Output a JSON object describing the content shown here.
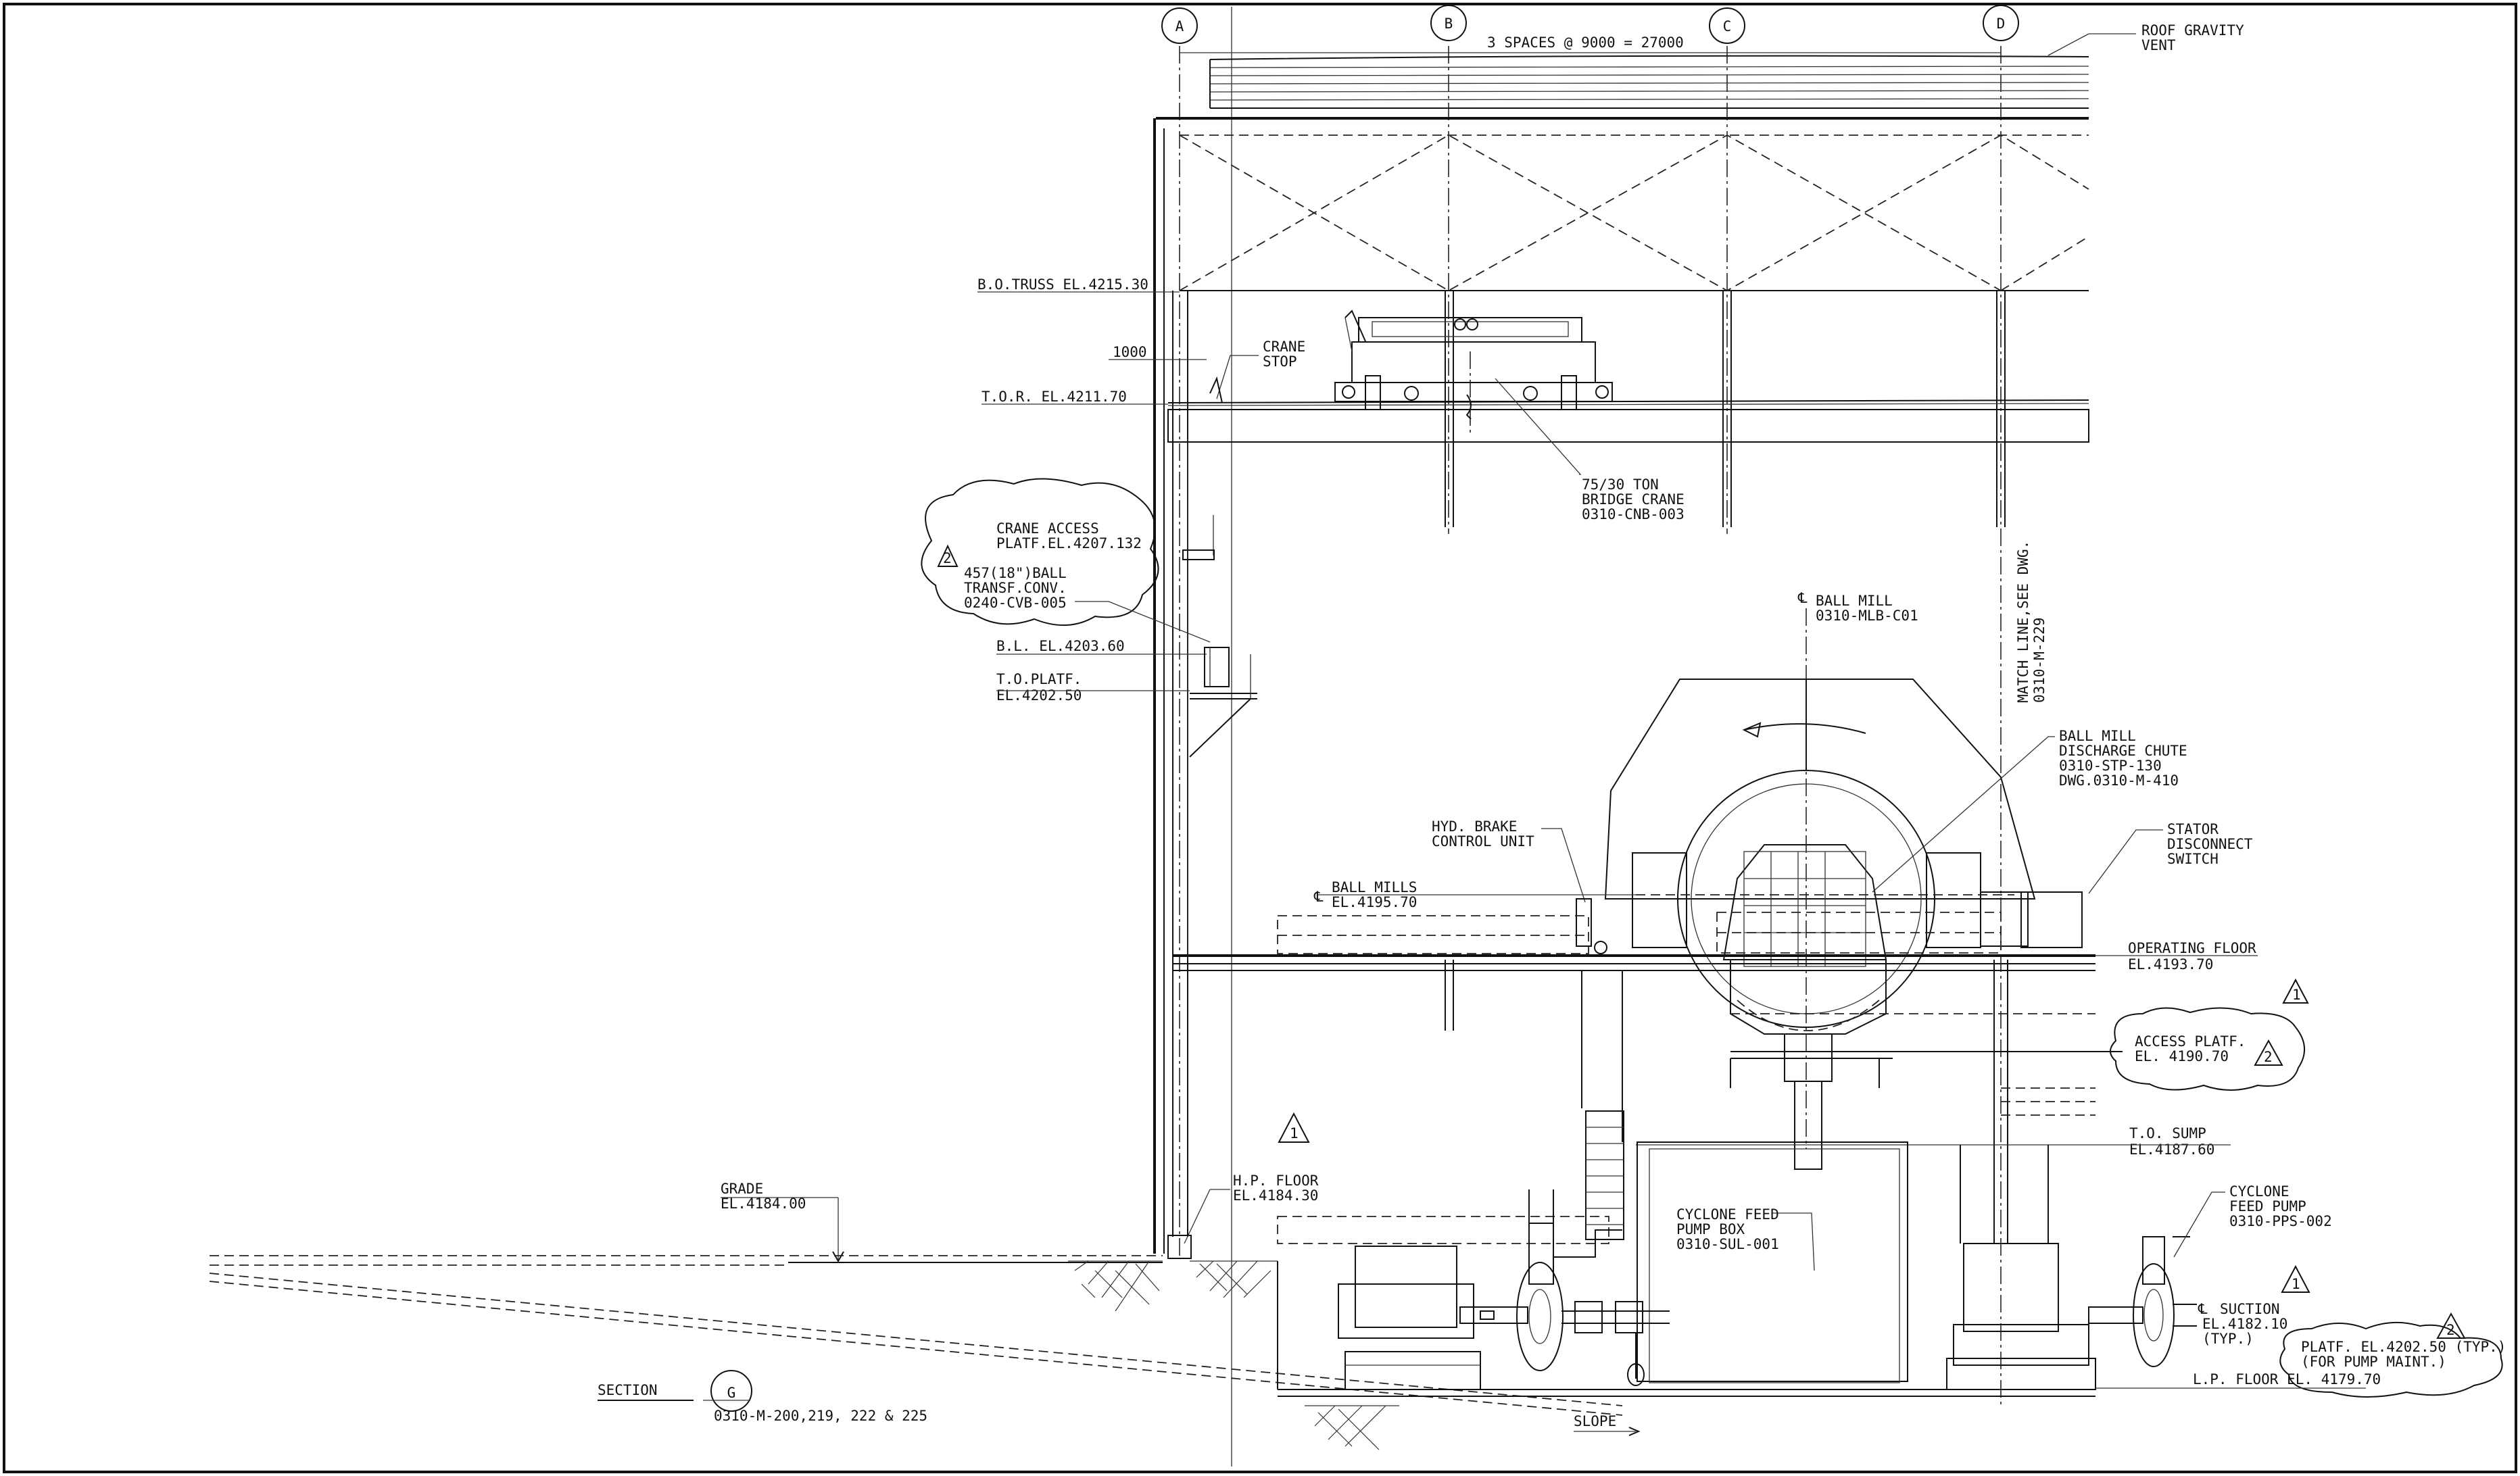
{
  "grid": {
    "labels": [
      "A",
      "B",
      "C",
      "D"
    ],
    "spacing_note": "3 SPACES @ 9000 = 27000"
  },
  "roof": {
    "vent_label": [
      "ROOF GRAVITY",
      "VENT"
    ]
  },
  "elevations": {
    "truss": "B.O.TRUSS EL.4215.30",
    "tor": "T.O.R. EL.4211.70",
    "crane_stop_dim": "1000",
    "crane_stop": [
      "CRANE",
      "STOP"
    ],
    "bl": "B.L. EL.4203.60",
    "to_platf": [
      "T.O.PLATF.",
      "EL.4202.50"
    ],
    "grade": [
      "GRADE",
      "EL.4184.00"
    ],
    "hp_floor": [
      "H.P. FLOOR",
      "EL.4184.30"
    ],
    "operating_floor": [
      "OPERATING FLOOR",
      "EL.4193.70"
    ],
    "to_sump": [
      "T.O. SUMP",
      "EL.4187.60"
    ],
    "lp_floor": "L.P. FLOOR EL. 4179.70"
  },
  "equipment": {
    "bridge_crane": [
      "75/30 TON",
      "BRIDGE CRANE",
      "0310-CNB-003"
    ],
    "ball_mill": [
      "BALL MILL",
      "0310-MLB-C01"
    ],
    "discharge_chute": [
      "BALL MILL",
      "DISCHARGE CHUTE",
      "0310-STP-130",
      "DWG.0310-M-410"
    ],
    "stator": [
      "STATOR",
      "DISCONNECT",
      "SWITCH"
    ],
    "hyd_brake": [
      "HYD. BRAKE",
      "CONTROL UNIT"
    ],
    "ball_mills_el": [
      "BALL MILLS",
      "EL.4195.70"
    ],
    "pump_box": [
      "CYCLONE FEED",
      "PUMP BOX",
      "0310-SUL-001"
    ],
    "feed_pump": [
      "CYCLONE",
      "FEED PUMP",
      "0310-PPS-002"
    ],
    "suction": [
      "SUCTION",
      "EL.4182.10",
      "(TYP.)"
    ]
  },
  "match_line": [
    "MATCH LINE,SEE DWG.",
    "0310-M-229"
  ],
  "revision_clouds": {
    "crane_access": {
      "rev": "2",
      "lines": [
        "CRANE ACCESS",
        "PLATF.EL.4207.132",
        "457(18\")BALL",
        "TRANSF.CONV.",
        "0240-CVB-005"
      ]
    },
    "access_platf": {
      "rev": "2",
      "lines": [
        "ACCESS PLATF.",
        "EL. 4190.70"
      ]
    },
    "pump_platf": {
      "rev": "2",
      "lines": [
        "PLATF. EL.4202.50 (TYP.)",
        "(FOR PUMP MAINT.)"
      ]
    }
  },
  "revision_triangles": [
    "1",
    "1",
    "1"
  ],
  "section": {
    "title": "SECTION",
    "mark": "G",
    "refs": "0310-M-200,219, 222 & 225"
  },
  "slope_label": "SLOPE"
}
